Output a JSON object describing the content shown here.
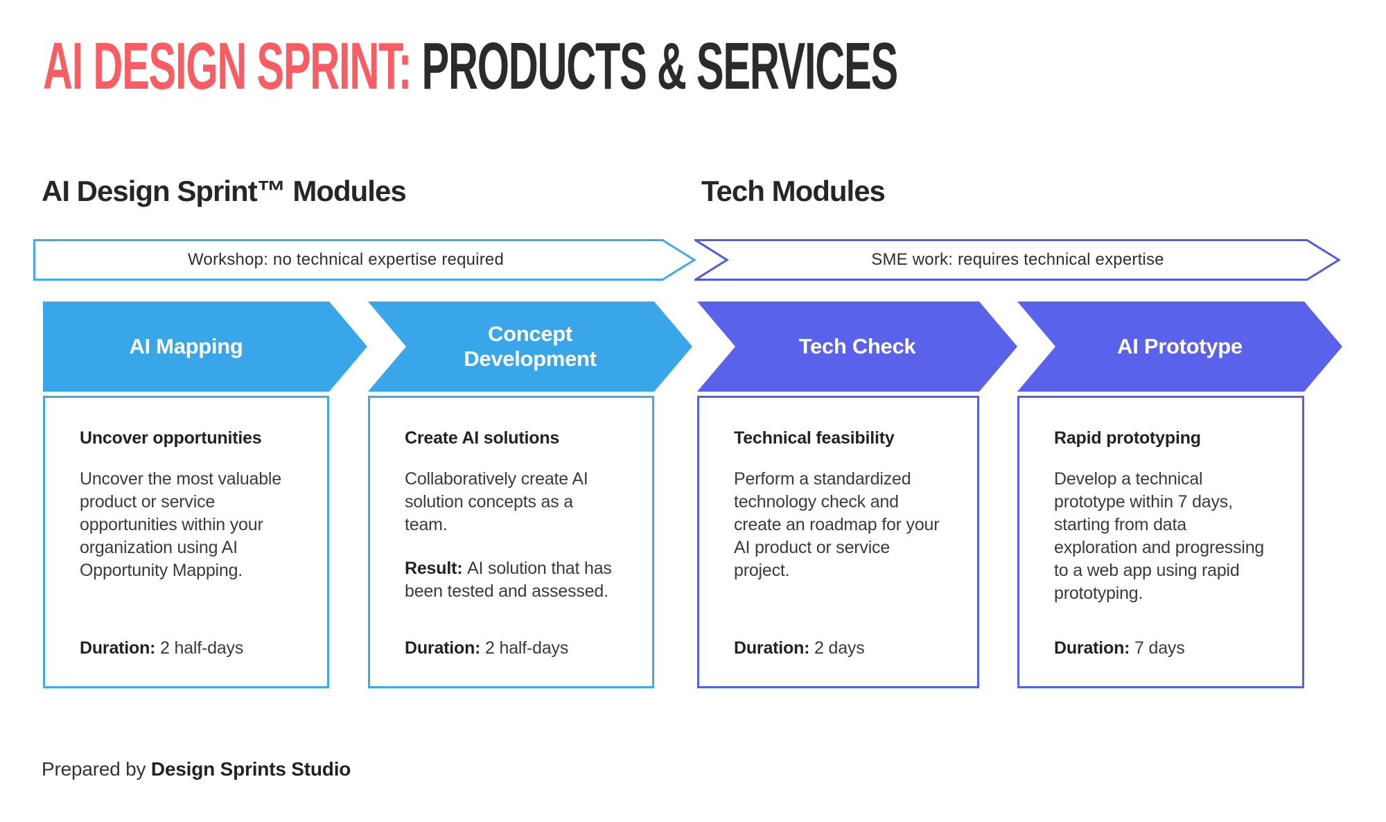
{
  "title": {
    "accent": "AI DESIGN SPRINT:",
    "rest": " PRODUCTS & SERVICES"
  },
  "sections": {
    "left": "AI Design Sprint™ Modules",
    "right": "Tech Modules"
  },
  "banners": [
    {
      "label": "Workshop: no technical expertise required"
    },
    {
      "label": "SME work: requires technical expertise"
    }
  ],
  "modules": [
    {
      "name": "AI Mapping",
      "theme": "blue",
      "heading": "Uncover opportunities",
      "body": [
        [
          {
            "text": "Uncover the most valuable product or service opportunities within your organization using AI Opportunity Mapping."
          }
        ]
      ],
      "duration_label": "Duration:",
      "duration_value": " 2 half-days"
    },
    {
      "name": "Concept Development",
      "theme": "blue",
      "heading": "Create AI solutions",
      "body": [
        [
          {
            "text": "Collaboratively create AI solution concepts as a team."
          }
        ],
        [
          {
            "bold": true,
            "text": "Result: "
          },
          {
            "text": "AI solution that has been tested and assessed."
          }
        ]
      ],
      "duration_label": "Duration:",
      "duration_value": " 2 half-days"
    },
    {
      "name": "Tech Check",
      "theme": "indigo",
      "heading": "Technical feasibility",
      "body": [
        [
          {
            "text": "Perform a standardized technology check and create an roadmap for your AI product or service project."
          }
        ]
      ],
      "duration_label": "Duration:",
      "duration_value": " 2 days"
    },
    {
      "name": "AI Prototype",
      "theme": "indigo",
      "heading": "Rapid prototyping",
      "body": [
        [
          {
            "text": "Develop a technical prototype within 7 days, starting from data exploration and progressing to a web app using rapid prototyping."
          }
        ]
      ],
      "duration_label": "Duration:",
      "duration_value": " 7 days"
    }
  ],
  "footer": {
    "prefix": "Prepared by ",
    "brand": "Design Sprints Studio"
  },
  "colors": {
    "accent_red": "#F75D62",
    "light_blue": "#38A6E8",
    "light_blue_border": "#3FA9EA",
    "indigo": "#5A62EC",
    "indigo_border": "#5560E8",
    "text_dark": "#222222",
    "text_body": "#3A3A3A"
  }
}
